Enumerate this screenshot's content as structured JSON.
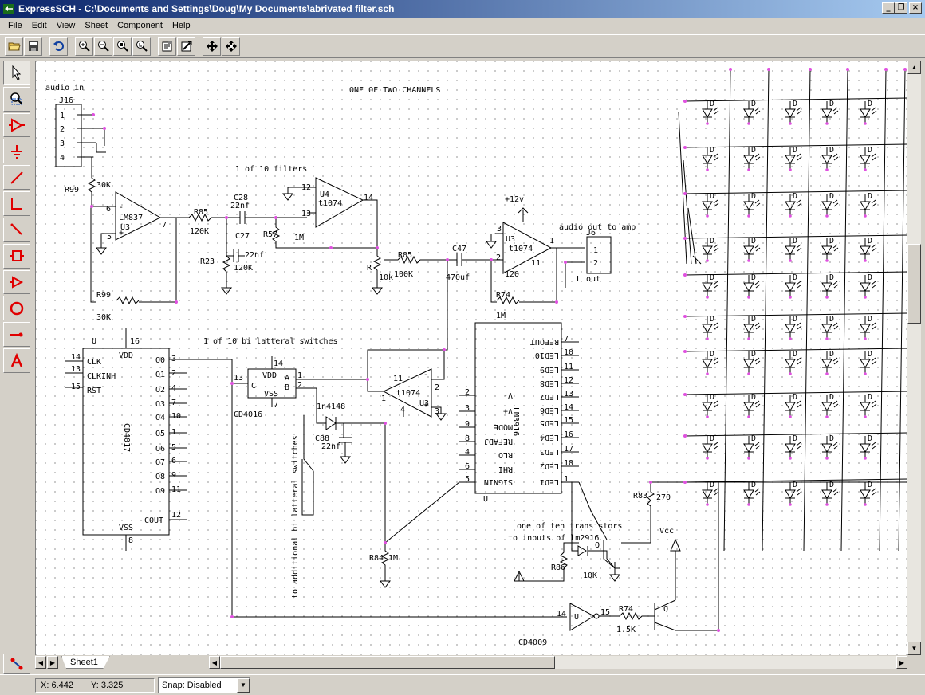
{
  "window": {
    "title": "ExpressSCH - C:\\Documents and Settings\\Doug\\My Documents\\abrivated filter.sch",
    "controls": {
      "minimize": "_",
      "restore": "❐",
      "close": "×"
    }
  },
  "menu": [
    "File",
    "Edit",
    "View",
    "Sheet",
    "Component",
    "Help"
  ],
  "toolbar": {
    "buttons": [
      "open-folder-icon",
      "save-icon",
      "undo-icon",
      "zoom-in-icon",
      "zoom-out-icon",
      "zoom-window-icon",
      "zoom-fit-icon",
      "properties-icon",
      "netlist-icon",
      "pan-icon",
      "move-icon"
    ]
  },
  "palette": {
    "tools": [
      "select-arrow-icon",
      "zoom-area-icon",
      "component-icon",
      "ground-icon",
      "wire-icon",
      "bus-icon",
      "diagonal-wire-icon",
      "connector-icon",
      "buffer-icon",
      "circle-icon",
      "pin-icon",
      "text-icon"
    ],
    "bottom": "junction-icon"
  },
  "schematic": {
    "labels": {
      "audio_in": "audio in",
      "channel": "ONE OF TWO CHANNELS",
      "filters": "1 of 10 filters",
      "switches": "1 of 10 bi latteral switches",
      "audio_out": "audio out to amp",
      "l_out": "L out",
      "additional": "to additional bi latteral switches",
      "transistors1": "one of ten transistors",
      "transistors2": "to inputs of lm2916",
      "plus12": "+12v",
      "vcc": "Vcc",
      "cd4009": "CD4009",
      "cd4016": "CD4016",
      "cd4017": "CD4017",
      "lm3916": "LM3916",
      "j16": "J16",
      "j6": "J6"
    },
    "parts": {
      "r99a": "R99",
      "r99a_v": "30K",
      "r99b": "R99",
      "r99b_v": "30K",
      "r85a": "R85",
      "r85a_v": "120K",
      "r23": "R23",
      "r23_v": "120K",
      "c28": "C28",
      "c28_v": "22nf",
      "c27": "C27",
      "c27_v": "22nf",
      "r57": "R57",
      "r57_v": "1M",
      "rpot": "R",
      "rpot_v": "10k",
      "r85b": "R85",
      "r85b_v": "100K",
      "c47": "C47",
      "c47_v": "470uf",
      "r74a": "R74",
      "r74a_v": "1M",
      "r74b": "R74",
      "r74b_v": "1.5K",
      "r83": "R83",
      "r83_v": "270",
      "r84": "R84",
      "r84_v": "1M",
      "r86": "R86",
      "r86_v": "10K",
      "c88": "C88",
      "c88_v": "22nf",
      "d1n4148": "1n4148",
      "lm837": "LM837",
      "u3a": "U3",
      "u3b": "U3",
      "u3c": "U3",
      "u4": "U4",
      "t1074a": "t1074",
      "t1074b": "t1074",
      "t1074c": "t1074",
      "u_pin": "U",
      "vdd": "VDD",
      "vss": "VSS",
      "clk": "CLK",
      "clkinh": "CLKINH",
      "rst": "RST",
      "cout": "COUT",
      "sw_c": "C",
      "sw_a": "A",
      "sw_b": "B"
    },
    "cd4017_outputs": [
      "O0",
      "O1",
      "O2",
      "O3",
      "O4",
      "O5",
      "O6",
      "O7",
      "O8",
      "O9"
    ],
    "cd4017_pins": [
      "3",
      "2",
      "4",
      "7",
      "10",
      "1",
      "5",
      "6",
      "9",
      "11"
    ],
    "lm3916_pins_left": [
      "V-",
      "V+",
      "MODE",
      "REFADJ",
      "RLO",
      "RHI",
      "SIGNIN"
    ],
    "lm3916_pins_right": [
      "REFOUT",
      "LED10",
      "LED9",
      "LED8",
      "LED7",
      "LED6",
      "LED5",
      "LED4",
      "LED3",
      "LED2",
      "LED1"
    ],
    "lm3916_pin_nums_right": [
      "7",
      "10",
      "11",
      "12",
      "13",
      "14",
      "15",
      "16",
      "17",
      "18",
      "1"
    ],
    "lm3916_pin_nums_left": [
      "2",
      "3",
      "9",
      "8",
      "4",
      "6",
      "5"
    ],
    "led_label": "D"
  },
  "sheet_tab": "Sheet1",
  "status": {
    "x": "X: 6.442",
    "y": "Y: 3.325",
    "snap": "Snap:  Disabled"
  }
}
